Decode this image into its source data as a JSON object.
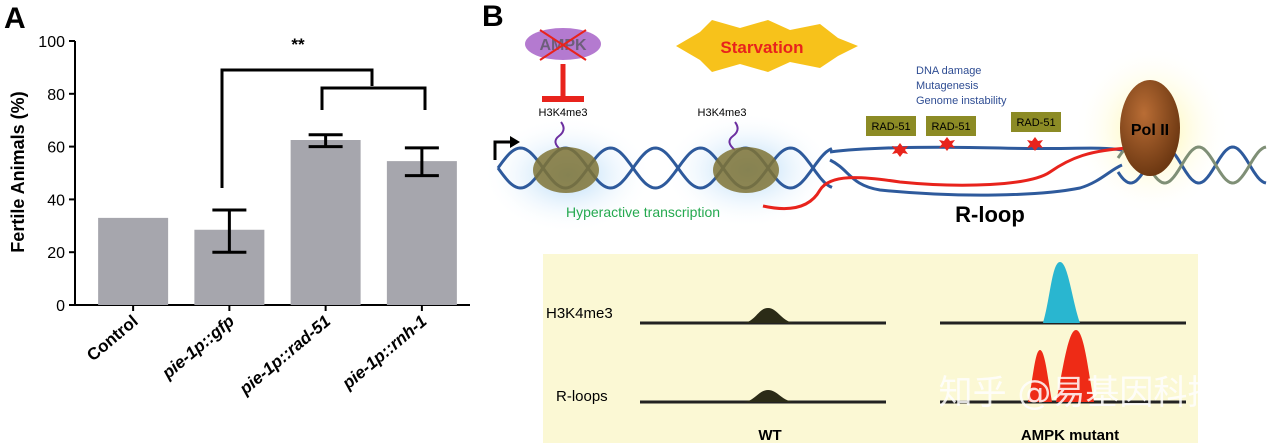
{
  "panel_a": {
    "letter": "A",
    "significance": "**"
  },
  "panel_b": {
    "letter": "B",
    "ampk_label": "AMPK",
    "starvation_label": "Starvation",
    "h3k4me3_label_1": "H3K4me3",
    "h3k4me3_label_2": "H3K4me3",
    "hyperactive_label": "Hyperactive transcription",
    "dna_damage_lines": [
      "DNA damage",
      "Mutagenesis",
      "Genome instability"
    ],
    "rad51_labels": [
      "RAD-51",
      "RAD-51",
      "RAD-51"
    ],
    "pol2_label": "Pol II",
    "rloop_label": "R-loop",
    "track_labels": {
      "h3k4me3": "H3K4me3",
      "rloops": "R-loops"
    },
    "condition_labels": {
      "wt": "WT",
      "mutant": "AMPK mutant"
    },
    "colors": {
      "h3k4me3_peak_mutant": "#29b6d0",
      "rloop_peak_mutant": "#ee2b16",
      "panel_bg": "#fbf8d4",
      "dna_strand": "#2e5a9c",
      "rna": "#e8231c"
    }
  },
  "watermark": "知乎 @易基因科技",
  "chart_data": {
    "type": "bar",
    "categories": [
      "Control",
      "pie-1p::gfp",
      "pie-1p::rad-51",
      "pie-1p::rnh-1"
    ],
    "values": [
      33,
      28.5,
      62.5,
      54.5
    ],
    "error_bars": [
      [
        33,
        33
      ],
      [
        20,
        36
      ],
      [
        60,
        64.5
      ],
      [
        49,
        59.5
      ]
    ],
    "ylabel": "Fertile Animals (%)",
    "ylim": [
      0,
      100
    ],
    "yticks": [
      0,
      20,
      40,
      60,
      80,
      100
    ],
    "bar_color": "#a6a6ad"
  }
}
